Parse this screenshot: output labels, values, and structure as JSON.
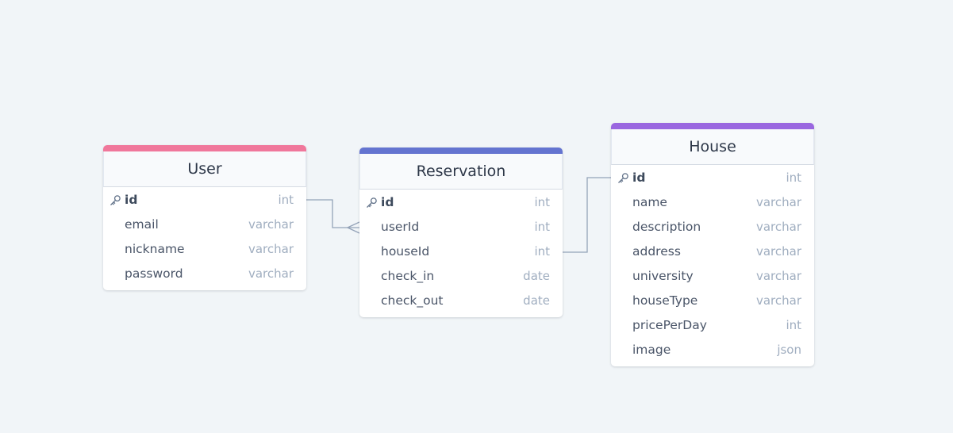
{
  "tables": {
    "user": {
      "name": "User",
      "accent_color": "#f0779b",
      "fields": [
        {
          "name": "id",
          "type": "int",
          "pk": true
        },
        {
          "name": "email",
          "type": "varchar"
        },
        {
          "name": "nickname",
          "type": "varchar"
        },
        {
          "name": "password",
          "type": "varchar"
        }
      ]
    },
    "reservation": {
      "name": "Reservation",
      "accent_color": "#6474d0",
      "fields": [
        {
          "name": "id",
          "type": "int",
          "pk": true
        },
        {
          "name": "userId",
          "type": "int"
        },
        {
          "name": "houseId",
          "type": "int"
        },
        {
          "name": "check_in",
          "type": "date"
        },
        {
          "name": "check_out",
          "type": "date"
        }
      ]
    },
    "house": {
      "name": "House",
      "accent_color": "#9a67e0",
      "fields": [
        {
          "name": "id",
          "type": "int",
          "pk": true
        },
        {
          "name": "name",
          "type": "varchar"
        },
        {
          "name": "description",
          "type": "varchar"
        },
        {
          "name": "address",
          "type": "varchar"
        },
        {
          "name": "university",
          "type": "varchar"
        },
        {
          "name": "houseType",
          "type": "varchar"
        },
        {
          "name": "pricePerDay",
          "type": "int"
        },
        {
          "name": "image",
          "type": "json"
        }
      ]
    }
  },
  "relationships": [
    {
      "from": "User.id",
      "to": "Reservation.userId",
      "cardinality": "one-to-many"
    },
    {
      "from": "Reservation.houseId",
      "to": "House.id",
      "cardinality": "many-to-one"
    }
  ],
  "colors": {
    "background": "#f1f5f8",
    "connector": "#94a3b8",
    "key_icon": "#64748b"
  }
}
